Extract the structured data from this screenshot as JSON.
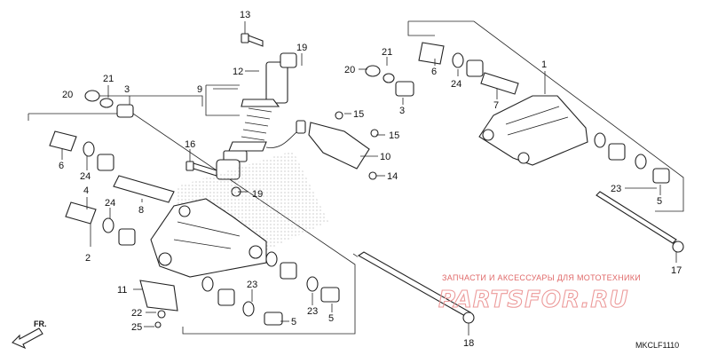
{
  "diagram": {
    "callouts": [
      {
        "id": "c13",
        "label": "13"
      },
      {
        "id": "c19a",
        "label": "19"
      },
      {
        "id": "c12",
        "label": "12"
      },
      {
        "id": "c9",
        "label": "9"
      },
      {
        "id": "c21a",
        "label": "21"
      },
      {
        "id": "c20a",
        "label": "20"
      },
      {
        "id": "c3a",
        "label": "3"
      },
      {
        "id": "c15a",
        "label": "15"
      },
      {
        "id": "c15b",
        "label": "15"
      },
      {
        "id": "c10",
        "label": "10"
      },
      {
        "id": "c14",
        "label": "14"
      },
      {
        "id": "c16",
        "label": "16"
      },
      {
        "id": "c19b",
        "label": "19"
      },
      {
        "id": "c6a",
        "label": "6"
      },
      {
        "id": "c24a",
        "label": "24"
      },
      {
        "id": "c4",
        "label": "4"
      },
      {
        "id": "c24b",
        "label": "24"
      },
      {
        "id": "c8",
        "label": "8"
      },
      {
        "id": "c2",
        "label": "2"
      },
      {
        "id": "c11",
        "label": "11"
      },
      {
        "id": "c22",
        "label": "22"
      },
      {
        "id": "c25",
        "label": "25"
      },
      {
        "id": "c23a",
        "label": "23"
      },
      {
        "id": "c5a",
        "label": "5"
      },
      {
        "id": "c23b",
        "label": "23"
      },
      {
        "id": "c5b",
        "label": "5"
      },
      {
        "id": "c18",
        "label": "18"
      },
      {
        "id": "c21b",
        "label": "21"
      },
      {
        "id": "c20b",
        "label": "20"
      },
      {
        "id": "c6b",
        "label": "6"
      },
      {
        "id": "c24c",
        "label": "24"
      },
      {
        "id": "c1",
        "label": "1"
      },
      {
        "id": "c7",
        "label": "7"
      },
      {
        "id": "c3b",
        "label": "3"
      },
      {
        "id": "c23c",
        "label": "23"
      },
      {
        "id": "c5c",
        "label": "5"
      },
      {
        "id": "c17",
        "label": "17"
      }
    ],
    "direction_label": "FR.",
    "diagram_code": "MKCLF1110",
    "watermark": {
      "caption": "ЗАПЧАСТИ И АКСЕССУАРЫ ДЛЯ МОТОТЕХНИКИ",
      "logo": "PARTSFOR.RU"
    }
  }
}
